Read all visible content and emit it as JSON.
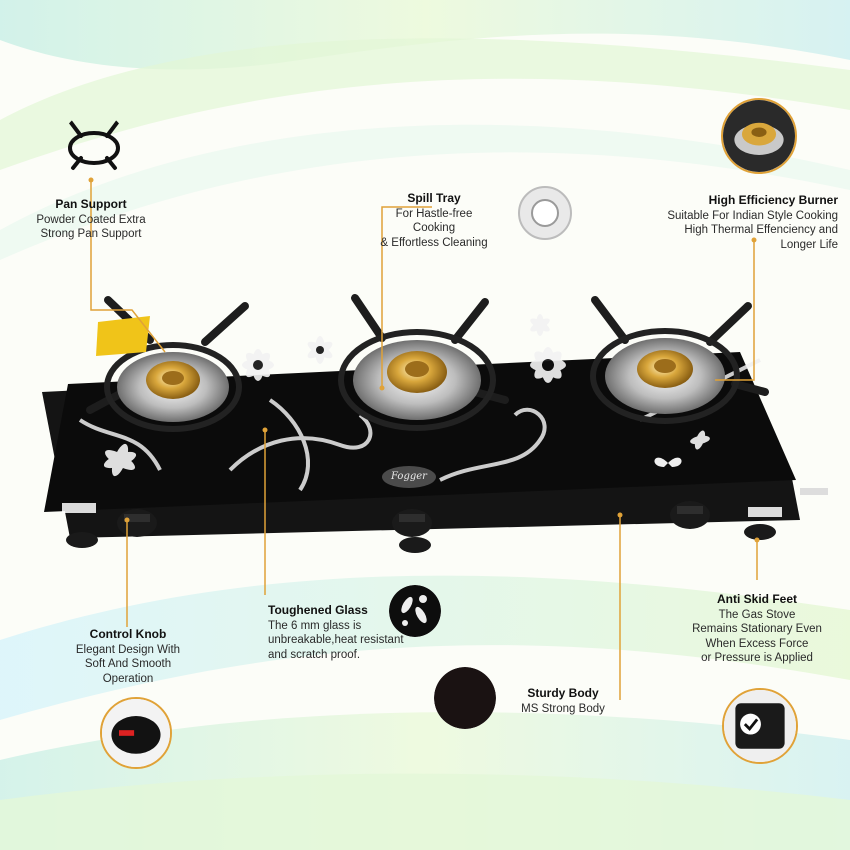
{
  "product": {
    "brand": "Fogger"
  },
  "features": {
    "pan_support": {
      "title": "Pan Support",
      "lines": [
        "Powder Coated Extra",
        "Strong Pan Support"
      ],
      "icon": "pan-support-icon"
    },
    "spill_tray": {
      "title": "Spill Tray",
      "lines": [
        "For Hastle-free Cooking",
        "& Effortless Cleaning"
      ],
      "icon": "spill-tray-icon"
    },
    "burner": {
      "title": "High Efficiency Burner",
      "lines": [
        "Suitable For Indian Style Cooking",
        "High Thermal Effenciency and",
        "Longer Life"
      ],
      "icon": "brass-burner-icon"
    },
    "toughened_glass": {
      "title": "Toughened Glass",
      "lines": [
        "The 6 mm glass is",
        "unbreakable,heat resistant",
        "and scratch proof."
      ],
      "icon": "floral-glass-icon"
    },
    "control_knob": {
      "title": "Control Knob",
      "lines": [
        "Elegant Design With",
        "Soft And Smooth",
        "Operation"
      ],
      "icon": "control-knob-icon"
    },
    "anti_skid": {
      "title": "Anti Skid Feet",
      "lines": [
        "The Gas Stove",
        "Remains Stationary Even",
        "When Excess Force",
        "or Pressure is Applied"
      ],
      "icon": "anti-skid-foot-icon"
    },
    "sturdy_body": {
      "title": "Sturdy Body",
      "lines": [
        "MS Strong Body"
      ],
      "icon": "body-sample-icon"
    }
  },
  "colors": {
    "accent": "#e0a238",
    "glass": "#0b0b0b",
    "brass": "#d9a73c"
  }
}
